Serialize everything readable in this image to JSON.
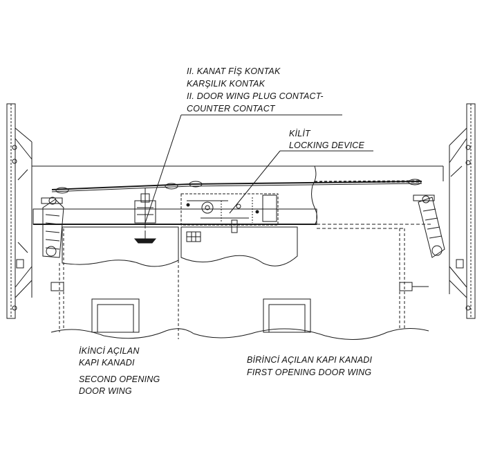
{
  "labels": {
    "plug_contact": {
      "line1": "II. KANAT FİŞ KONTAK",
      "line2": "KARŞILIK KONTAK",
      "line3": "II. DOOR WING PLUG CONTACT-",
      "line4": "COUNTER CONTACT"
    },
    "locking": {
      "line1": "KİLİT",
      "line2": "LOCKING DEVICE"
    },
    "second_wing": {
      "tr1": "İKİNCİ AÇILAN",
      "tr2": "KAPI KANADI",
      "en1": "SECOND OPENING",
      "en2": "DOOR WING"
    },
    "first_wing": {
      "tr": "BİRİNCİ AÇILAN KAPI KANADI",
      "en": "FIRST OPENING DOOR WING"
    }
  },
  "colors": {
    "line": "#1a1a1a",
    "hidden": "#333333",
    "background": "#ffffff"
  }
}
